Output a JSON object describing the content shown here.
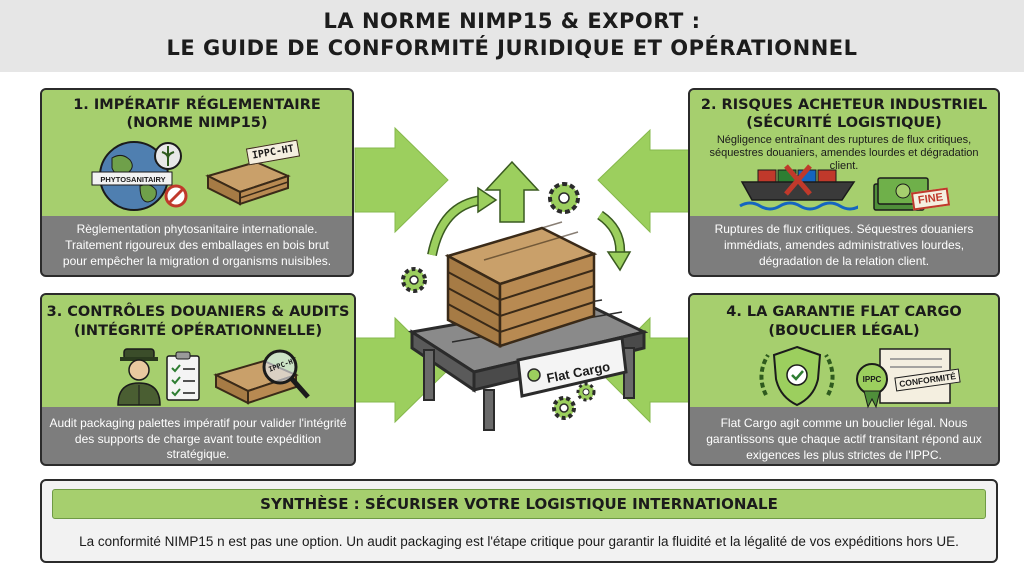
{
  "header": {
    "title_line1": "LA NORME NIMP15 & EXPORT :",
    "title_line2": "LE GUIDE DE CONFORMITÉ JURIDIQUE ET OPÉRATIONNEL"
  },
  "panels": [
    {
      "title_line1": "1. IMPÉRATIF RÉGLEMENTAIRE",
      "title_line2": "(NORME NIMP15)",
      "icon_labels": [
        "PHYTOSANITAIRY",
        "IPPC-HT"
      ],
      "body": [
        "Règlementation phytosanitaire internationale.",
        "Traitement rigoureux des emballages en bois brut",
        "pour empêcher la migration d organisms nuisibles."
      ]
    },
    {
      "title_line1": "2. RISQUES ACHETEUR INDUSTRIEL",
      "title_line2": "(SÉCURITÉ LOGISTIQUE)",
      "subtitle": [
        "Négligence entraînant des ruptures de flux critiques,",
        "séquestres douaniers, amendes lourdes et dégradation client."
      ],
      "icon_labels": [
        "FINE"
      ],
      "body": [
        "Ruptures de flux critiques. Séquestres douaniers",
        "immédiats, amendes administratives lourdes,",
        "dégradation de la relation client."
      ]
    },
    {
      "title_line1": "3. CONTRÔLES DOUANIERS & AUDITS",
      "title_line2": "(INTÉGRITÉ OPÉRATIONNELLE)",
      "icon_labels": [
        "IPPC-HT"
      ],
      "body": [
        "Audit packaging palettes impératif pour valider l'intégrité",
        "des supports de charge avant toute expédition stratégique."
      ]
    },
    {
      "title_line1": "4. LA GARANTIE FLAT CARGO",
      "title_line2": "(BOUCLIER LÉGAL)",
      "icon_labels": [
        "IPPC",
        "CONFORMITÉ"
      ],
      "body": [
        "Flat Cargo agit comme un bouclier légal. Nous",
        "garantissons que chaque actif transitant répond aux",
        "exigences les plus strictes de l'IPPC."
      ]
    }
  ],
  "center": {
    "sign_label": "Flat Cargo"
  },
  "synthesis": {
    "title": "SYNTHÈSE : SÉCURISER VOTRE LOGISTIQUE INTERNATIONALE",
    "text": "La conformité NIMP15 n est pas une option. Un audit packaging est l'étape critique pour garantir la fluidité et la légalité de vos expéditions hors UE."
  },
  "colors": {
    "green": "#a6cf6e",
    "panel_gray": "#7d7d7d",
    "arrow_green": "#9ccf5e",
    "header_gray": "#e6e6e6"
  }
}
